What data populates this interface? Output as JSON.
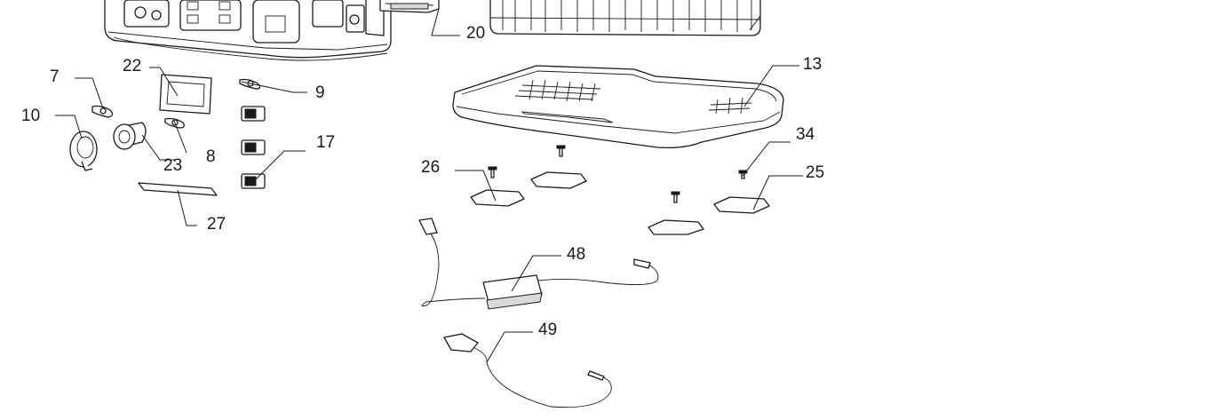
{
  "callouts": {
    "c7": "7",
    "c8": "8",
    "c9": "9",
    "c10": "10",
    "c13": "13",
    "c17": "17",
    "c20": "20",
    "c22": "22",
    "c23": "23",
    "c25": "25",
    "c26": "26",
    "c27": "27",
    "c34": "34",
    "c48": "48",
    "c49": "49"
  }
}
